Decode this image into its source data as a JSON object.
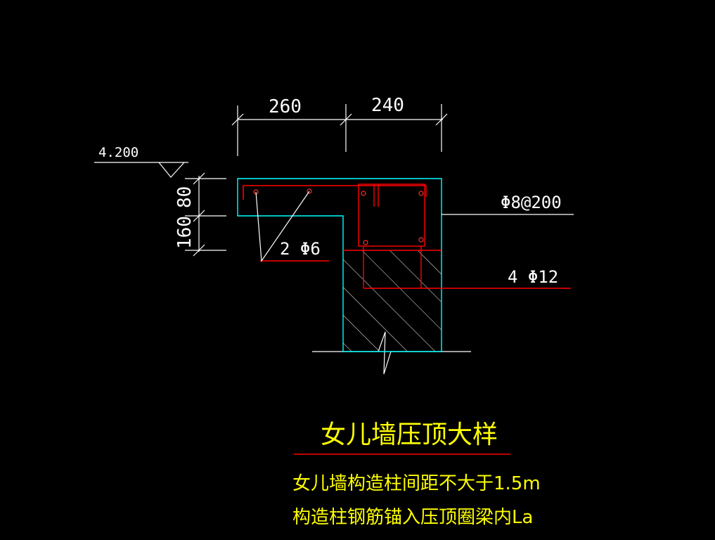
{
  "dimensions": {
    "top_left": "260",
    "top_right": "240",
    "side_upper": "80",
    "side_lower": "160"
  },
  "elevation": "4.200",
  "labels": {
    "stirrup": "Φ8@200",
    "main_bars": "4 Φ12",
    "slab_bars": "2 Φ6"
  },
  "title": "女儿墙压顶大样",
  "notes": [
    "女儿墙构造柱间距不大于1.5m",
    "构造柱钢筋锚入压顶圈梁内La"
  ],
  "colors": {
    "background": "#000000",
    "outline": "#00ffff",
    "rebar": "#ff0000",
    "lines": "#ffffff",
    "text_title": "#ffff00"
  }
}
